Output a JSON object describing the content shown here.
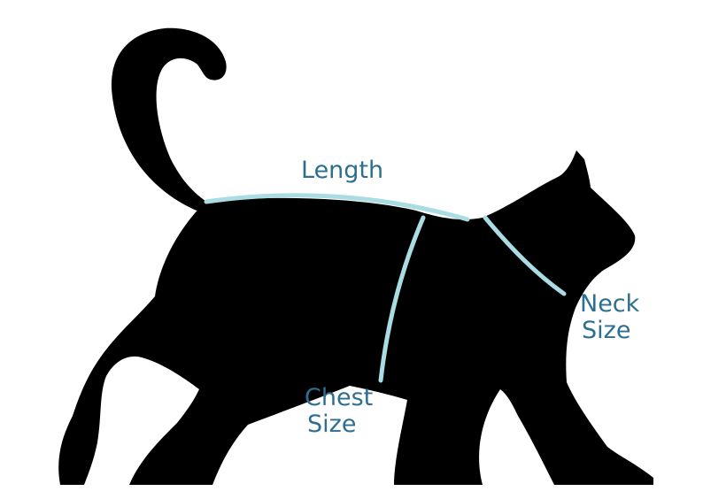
{
  "colors": {
    "background": "#ffffff",
    "silhouette": "#000000",
    "measure_line": "#a9dde3",
    "label_text": "#2e6e8e"
  },
  "labels": {
    "length": "Length",
    "neck_line1": "Neck",
    "neck_line2": "Size",
    "chest_line1": "Chest",
    "chest_line2": "Size"
  }
}
